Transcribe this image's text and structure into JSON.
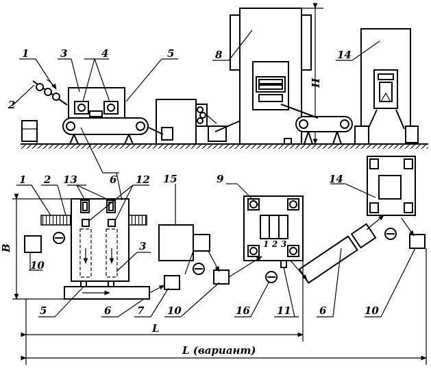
{
  "labels": {
    "l1_top": "1",
    "l2_top": "2",
    "l3_top": "3",
    "l4_top": "4",
    "l5_top": "5",
    "l8_top": "8",
    "l14_top": "14",
    "H": "H",
    "l1_bot": "1",
    "l2_bot": "2",
    "l13_bot": "13",
    "l6_mid": "6",
    "l12_bot": "12",
    "l15": "15",
    "l9": "9",
    "l14_bot": "14",
    "B": "B",
    "l3_bot": "3",
    "l10_a": "10",
    "l5_bot": "5",
    "l6_bot": "6",
    "l7": "7",
    "l10_b": "10",
    "l16": "16",
    "l11": "11",
    "l6_right": "6",
    "l10_c": "10",
    "zone1": "1",
    "zone2": "2",
    "zone3": "3",
    "L": "L",
    "L_variant": "L (вариант)"
  }
}
